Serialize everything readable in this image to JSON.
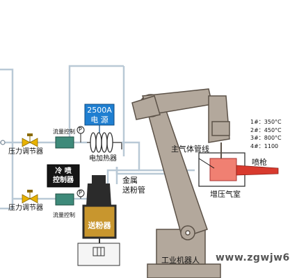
{
  "labels": {
    "pressure_regulator_top": "压力调节器",
    "pressure_regulator_bottom": "压力调节器",
    "flow_control_top": "流量控制",
    "flow_control_bottom": "流量控制",
    "pressure_gauge_symbol": "P",
    "power_supply_line1": "2500A",
    "power_supply_line2": "电 源",
    "electric_heater": "电加热器",
    "cooling_controller_line1": "冷 喷",
    "cooling_controller_line2": "控制器",
    "metal_feed_pipe_line1": "金属",
    "metal_feed_pipe_line2": "送粉管",
    "powder_feeder": "送粉器",
    "main_gas_pipe": "主气体管线",
    "spray_gun": "喷枪",
    "pressurized_chamber": "增压气室",
    "industrial_robot": "工业机器人",
    "watermark": "www.zgwjw6"
  },
  "temperatures": [
    "1#：350°C",
    "2#：450°C",
    "3#：800°C",
    "4#：1100"
  ],
  "colors": {
    "pipe": "#b9c9d6",
    "robot_fill": "#b3a89c",
    "robot_stroke": "#5c5248",
    "power_box": "#1f7fd1",
    "cooling_box": "#151515",
    "feeder_body": "#2b2b2b",
    "feeder_panel": "#c8962e",
    "flow_box": "#3e8a7a",
    "valve": "#e8b200",
    "chamber": "#f08072",
    "spray_gun": "#d83a2e"
  }
}
